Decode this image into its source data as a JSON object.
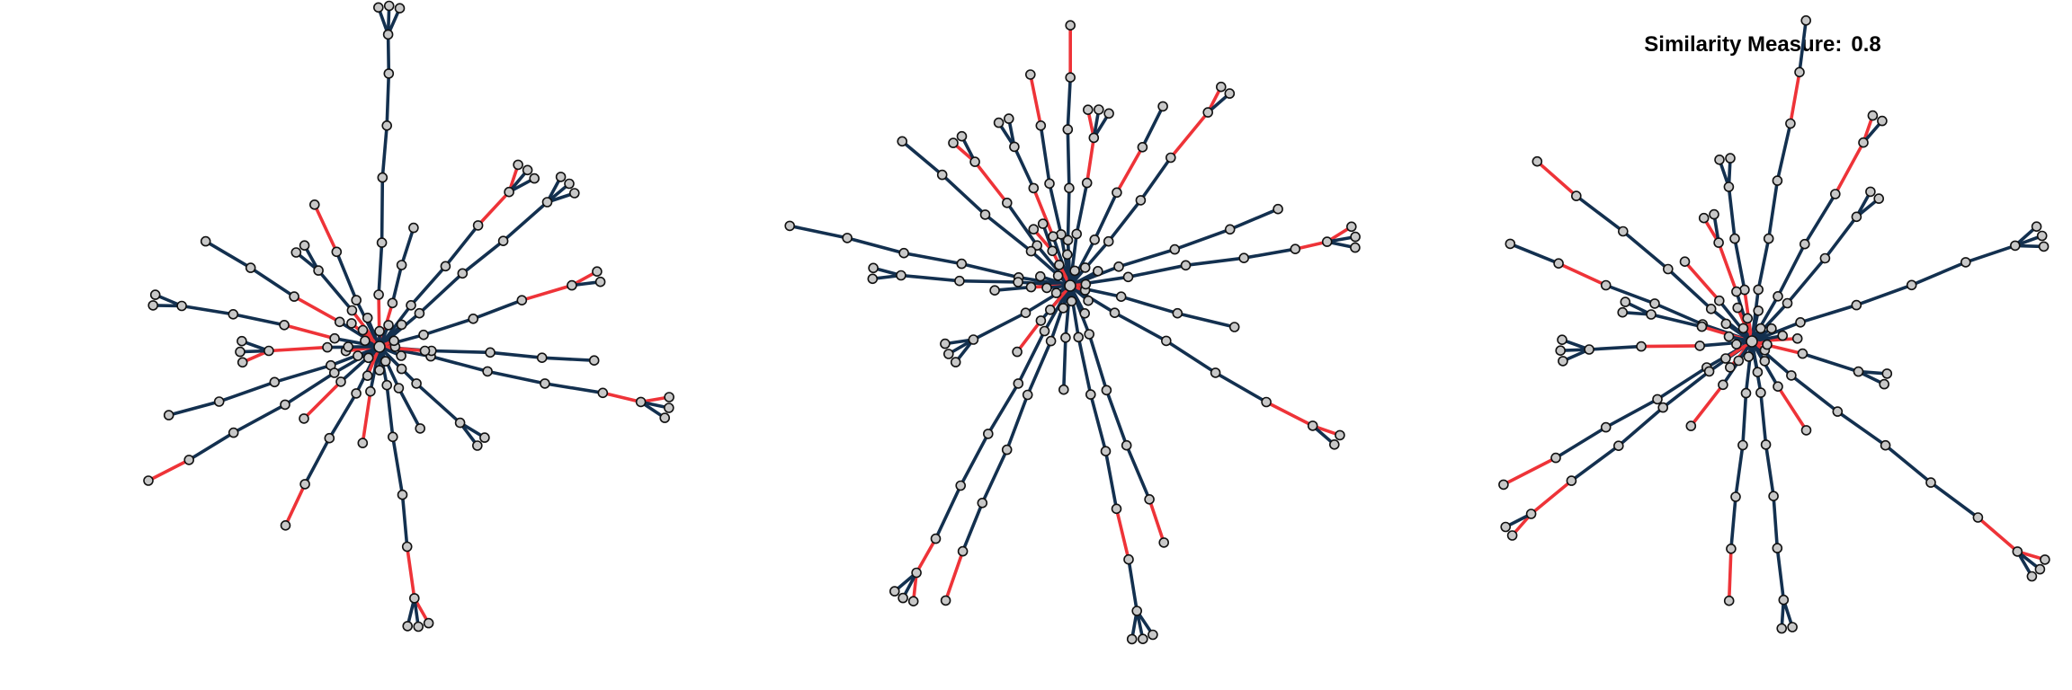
{
  "header": {
    "label": "Similarity Measure:",
    "value": "0.8"
  },
  "colors": {
    "edge": "#13304f",
    "highlight_edge": "#ee3338",
    "node_fill": "#c8c8c8",
    "node_stroke": "#111111",
    "background": "#ffffff"
  },
  "graphs": [
    {
      "id": "tree-left",
      "branches": [
        {
          "angle": -88,
          "lens": [
            40,
            40,
            50,
            40,
            40,
            30
          ],
          "leaves": 3,
          "red": [
            0
          ]
        },
        {
          "angle": -148,
          "lens": [
            36,
            40,
            40,
            40
          ],
          "leaves": 1,
          "red": [
            1
          ]
        },
        {
          "angle": -130,
          "lens": [
            35,
            40
          ],
          "leaves": 2,
          "red": [
            0
          ]
        },
        {
          "angle": -115,
          "lens": [
            40,
            40,
            40
          ],
          "leaves": 1,
          "red": [
            2
          ]
        },
        {
          "angle": -75,
          "lens": [
            35,
            30,
            30
          ],
          "leaves": 1,
          "red": [
            0
          ]
        },
        {
          "angle": -50,
          "lens": [
            40,
            40,
            40,
            35
          ],
          "leaves": 3,
          "red": [
            3
          ]
        },
        {
          "angle": -40,
          "lens": [
            40,
            45,
            40,
            45
          ],
          "leaves": 3,
          "red": []
        },
        {
          "angle": -18,
          "lens": [
            35,
            40,
            40,
            40
          ],
          "leaves": 2,
          "red": [
            3
          ]
        },
        {
          "angle": -168,
          "lens": [
            35,
            40,
            40,
            40
          ],
          "leaves": 2,
          "red": [
            1
          ]
        },
        {
          "angle": 178,
          "lens": [
            40,
            45
          ],
          "leaves": 3,
          "red": [
            1
          ]
        },
        {
          "angle": 162,
          "lens": [
            40,
            45,
            45,
            40
          ],
          "leaves": 1,
          "red": []
        },
        {
          "angle": 150,
          "lens": [
            40,
            45,
            45,
            40,
            35
          ],
          "leaves": 1,
          "red": [
            4
          ]
        },
        {
          "angle": 135,
          "lens": [
            40,
            40
          ],
          "leaves": 1,
          "red": [
            1
          ]
        },
        {
          "angle": 118,
          "lens": [
            40,
            40,
            40,
            35
          ],
          "leaves": 1,
          "red": [
            3
          ]
        },
        {
          "angle": 100,
          "lens": [
            35,
            40
          ],
          "leaves": 1,
          "red": [
            1
          ]
        },
        {
          "angle": 82,
          "lens": [
            30,
            40,
            45,
            40,
            40
          ],
          "leaves": 3,
          "red": [
            4
          ]
        },
        {
          "angle": 65,
          "lens": [
            35,
            35
          ],
          "leaves": 1,
          "red": []
        },
        {
          "angle": 42,
          "lens": [
            40,
            45
          ],
          "leaves": 2,
          "red": []
        },
        {
          "angle": 12,
          "lens": [
            40,
            45,
            45,
            45,
            30
          ],
          "leaves": 3,
          "red": [
            4
          ]
        },
        {
          "angle": 3,
          "lens": [
            40,
            45,
            40,
            40
          ],
          "leaves": 1,
          "red": []
        },
        {
          "angle": 8,
          "lens": [
            35
          ],
          "leaves": 1,
          "red": [
            0
          ]
        },
        {
          "angle": -140,
          "lens": [
            28
          ],
          "leaves": 1,
          "red": [
            0
          ]
        },
        {
          "angle": 170,
          "lens": [
            26
          ],
          "leaves": 1,
          "red": [
            0
          ]
        }
      ]
    },
    {
      "id": "tree-middle",
      "branches": [
        {
          "angle": -90,
          "lens": [
            35,
            40,
            45,
            40,
            40
          ],
          "leaves": 1,
          "red": [
            4
          ]
        },
        {
          "angle": -100,
          "lens": [
            40,
            40,
            45,
            40
          ],
          "leaves": 1,
          "red": [
            3
          ]
        },
        {
          "angle": -112,
          "lens": [
            40,
            40,
            35
          ],
          "leaves": 2,
          "red": [
            1
          ]
        },
        {
          "angle": -128,
          "lens": [
            40,
            40,
            40
          ],
          "leaves": 2,
          "red": [
            2
          ]
        },
        {
          "angle": -140,
          "lens": [
            40,
            45,
            45,
            40
          ],
          "leaves": 1,
          "red": []
        },
        {
          "angle": -80,
          "lens": [
            40,
            40,
            35
          ],
          "leaves": 3,
          "red": [
            2
          ]
        },
        {
          "angle": -62,
          "lens": [
            40,
            40,
            40,
            35
          ],
          "leaves": 1,
          "red": [
            2
          ]
        },
        {
          "angle": -52,
          "lens": [
            45,
            40,
            40,
            45
          ],
          "leaves": 2,
          "red": [
            3
          ]
        },
        {
          "angle": -20,
          "lens": [
            40,
            45,
            45,
            40
          ],
          "leaves": 1,
          "red": []
        },
        {
          "angle": -10,
          "lens": [
            45,
            45,
            45,
            40,
            25
          ],
          "leaves": 3,
          "red": [
            4
          ]
        },
        {
          "angle": -168,
          "lens": [
            40,
            45,
            45,
            45,
            45
          ],
          "leaves": 1,
          "red": []
        },
        {
          "angle": -176,
          "lens": [
            40,
            45,
            45
          ],
          "leaves": 2,
          "red": []
        },
        {
          "angle": 175,
          "lens": [
            30,
            28
          ],
          "leaves": 1,
          "red": [
            0
          ]
        },
        {
          "angle": 150,
          "lens": [
            40,
            45
          ],
          "leaves": 3,
          "red": []
        },
        {
          "angle": 118,
          "lens": [
            40,
            45,
            45,
            45,
            45,
            30
          ],
          "leaves": 3,
          "red": [
            5
          ]
        },
        {
          "angle": 112,
          "lens": [
            45,
            45,
            45,
            45,
            40,
            40
          ],
          "leaves": 1,
          "red": [
            5
          ]
        },
        {
          "angle": 95,
          "lens": [
            40,
            40
          ],
          "leaves": 1,
          "red": []
        },
        {
          "angle": 78,
          "lens": [
            40,
            45,
            45,
            45,
            40,
            40
          ],
          "leaves": 3,
          "red": [
            4
          ]
        },
        {
          "angle": 70,
          "lens": [
            40,
            45,
            45,
            45,
            35
          ],
          "leaves": 1,
          "red": [
            4
          ]
        },
        {
          "angle": 30,
          "lens": [
            40,
            45,
            45,
            45,
            40
          ],
          "leaves": 2,
          "red": [
            4
          ]
        },
        {
          "angle": 15,
          "lens": [
            40,
            45,
            45
          ],
          "leaves": 1,
          "red": []
        },
        {
          "angle": 130,
          "lens": [
            35,
            30
          ],
          "leaves": 1,
          "red": [
            1
          ]
        },
        {
          "angle": -120,
          "lens": [
            30
          ],
          "leaves": 2,
          "red": [
            0
          ]
        }
      ]
    },
    {
      "id": "tree-right",
      "branches": [
        {
          "angle": -80,
          "lens": [
            40,
            40,
            45,
            45,
            40,
            40
          ],
          "leaves": 1,
          "red": [
            4
          ]
        },
        {
          "angle": -98,
          "lens": [
            40,
            40,
            40
          ],
          "leaves": 2,
          "red": [
            0
          ]
        },
        {
          "angle": -110,
          "lens": [
            40,
            40
          ],
          "leaves": 2,
          "red": [
            1
          ]
        },
        {
          "angle": -140,
          "lens": [
            40,
            45,
            45,
            45,
            40
          ],
          "leaves": 1,
          "red": [
            4
          ]
        },
        {
          "angle": -130,
          "lens": [
            40,
            40
          ],
          "leaves": 1,
          "red": [
            1
          ]
        },
        {
          "angle": -158,
          "lens": [
            40,
            40,
            40,
            40,
            40
          ],
          "leaves": 1,
          "red": [
            3
          ]
        },
        {
          "angle": -60,
          "lens": [
            40,
            45,
            45,
            45
          ],
          "leaves": 2,
          "red": [
            3
          ]
        },
        {
          "angle": -50,
          "lens": [
            40,
            45,
            40
          ],
          "leaves": 2,
          "red": []
        },
        {
          "angle": -20,
          "lens": [
            40,
            45,
            45,
            45,
            40
          ],
          "leaves": 3,
          "red": []
        },
        {
          "angle": -165,
          "lens": [
            40,
            40
          ],
          "leaves": 2,
          "red": [
            0
          ]
        },
        {
          "angle": 178,
          "lens": [
            40,
            45,
            40
          ],
          "leaves": 3,
          "red": [
            1
          ]
        },
        {
          "angle": 150,
          "lens": [
            40,
            45,
            45,
            45,
            45
          ],
          "leaves": 1,
          "red": [
            4
          ]
        },
        {
          "angle": 142,
          "lens": [
            40,
            45,
            45,
            45,
            40
          ],
          "leaves": 2,
          "red": [
            4
          ]
        },
        {
          "angle": 125,
          "lens": [
            40,
            40
          ],
          "leaves": 1,
          "red": [
            1
          ]
        },
        {
          "angle": 95,
          "lens": [
            40,
            40,
            40,
            40,
            40
          ],
          "leaves": 1,
          "red": [
            4
          ]
        },
        {
          "angle": 83,
          "lens": [
            40,
            40,
            40,
            40,
            40
          ],
          "leaves": 2,
          "red": []
        },
        {
          "angle": 60,
          "lens": [
            40,
            40
          ],
          "leaves": 1,
          "red": [
            1
          ]
        },
        {
          "angle": 38,
          "lens": [
            40,
            45,
            45,
            45,
            45,
            40
          ],
          "leaves": 3,
          "red": [
            5
          ]
        },
        {
          "angle": 15,
          "lens": [
            40,
            45
          ],
          "leaves": 2,
          "red": [
            0
          ]
        },
        {
          "angle": -5,
          "lens": [
            35
          ],
          "leaves": 1,
          "red": [
            0
          ]
        },
        {
          "angle": -110,
          "lens": [
            28
          ],
          "leaves": 1,
          "red": [
            0
          ]
        },
        {
          "angle": 130,
          "lens": [
            26
          ],
          "leaves": 1,
          "red": [
            0
          ]
        }
      ]
    }
  ]
}
